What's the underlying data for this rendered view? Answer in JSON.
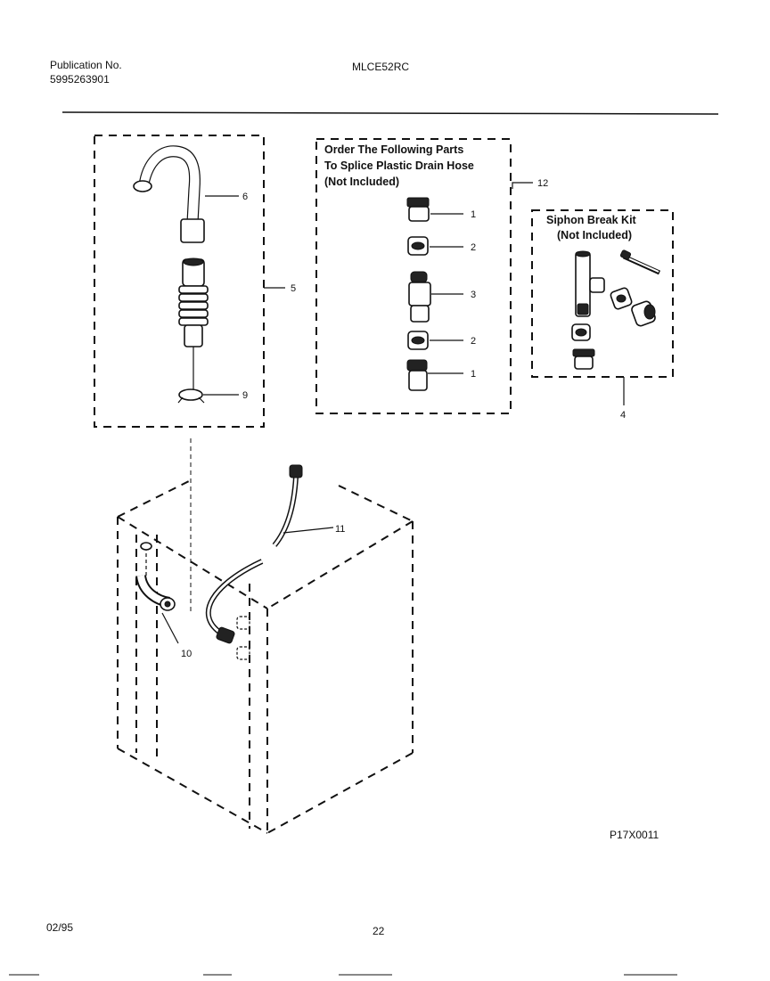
{
  "header": {
    "publication_label": "Publication No.",
    "publication_number": "5995263901",
    "model": "MLCE52RC"
  },
  "splice_box": {
    "line1": "Order The Following Parts",
    "line2": "To Splice Plastic Drain Hose",
    "line3": "(Not Included)"
  },
  "siphon_box": {
    "line1": "Siphon Break Kit",
    "line2": "(Not Included)"
  },
  "callouts": {
    "c1a": "1",
    "c2a": "2",
    "c3": "3",
    "c2b": "2",
    "c1b": "1",
    "c4": "4",
    "c5": "5",
    "c6": "6",
    "c9": "9",
    "c10": "10",
    "c11": "11",
    "c12": "12"
  },
  "footer": {
    "diagram_code": "P17X0011",
    "date": "02/95",
    "page": "22"
  }
}
